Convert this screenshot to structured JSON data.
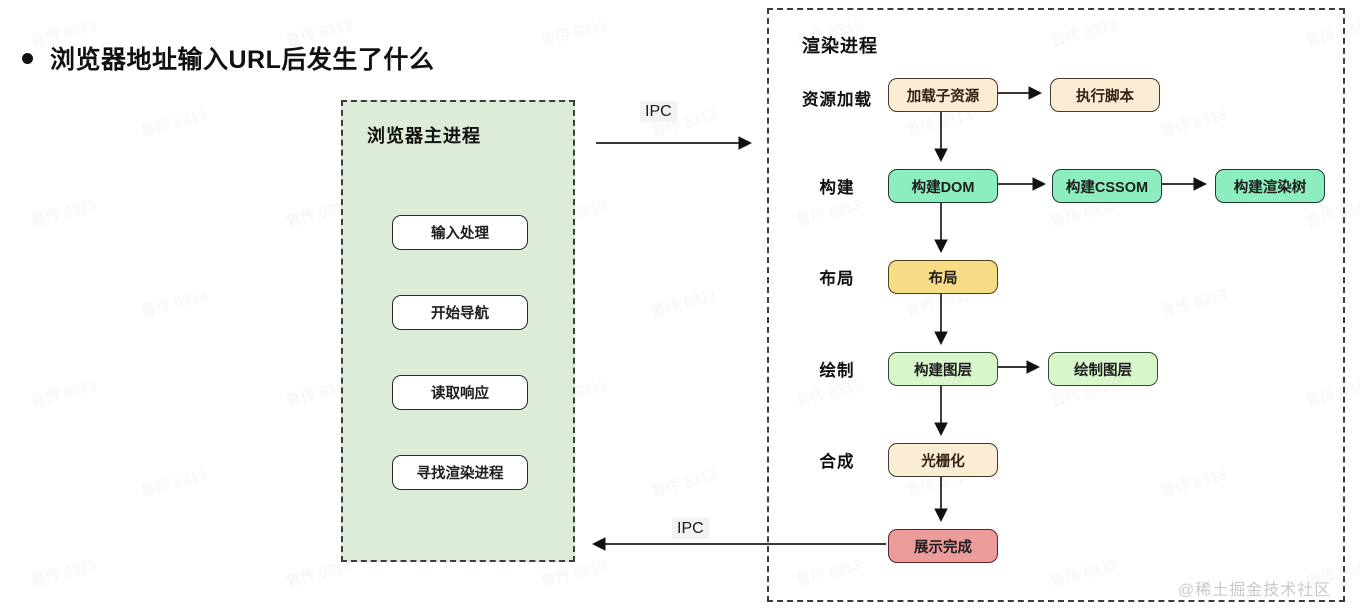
{
  "title": {
    "text": "浏览器地址输入URL后发生了什么"
  },
  "ipc": {
    "top_label": "IPC",
    "bottom_label": "IPC"
  },
  "browser_process": {
    "title": "浏览器主进程",
    "steps": [
      {
        "label": "输入处理"
      },
      {
        "label": "开始导航"
      },
      {
        "label": "读取响应"
      },
      {
        "label": "寻找渲染进程"
      }
    ]
  },
  "render_process": {
    "title": "渲染进程",
    "rows": [
      {
        "label": "资源加载",
        "boxes": [
          {
            "label": "加载子资源",
            "color": "cream"
          },
          {
            "label": "执行脚本",
            "color": "cream"
          }
        ]
      },
      {
        "label": "构建",
        "boxes": [
          {
            "label": "构建DOM",
            "color": "mint"
          },
          {
            "label": "构建CSSOM",
            "color": "mint"
          },
          {
            "label": "构建渲染树",
            "color": "mint"
          }
        ]
      },
      {
        "label": "布局",
        "boxes": [
          {
            "label": "布局",
            "color": "yellow"
          }
        ]
      },
      {
        "label": "绘制",
        "boxes": [
          {
            "label": "构建图层",
            "color": "pale"
          },
          {
            "label": "绘制图层",
            "color": "pale"
          }
        ]
      },
      {
        "label": "合成",
        "boxes": [
          {
            "label": "光栅化",
            "color": "cream"
          }
        ]
      }
    ],
    "final_box": {
      "label": "展示完成",
      "color": "pink"
    }
  },
  "watermark": {
    "tile": "鲁传 6313",
    "credit": "@稀土掘金技术社区"
  },
  "colors": {
    "browser_panel_bg": "#dcecd7",
    "cream": "#fbecd4",
    "mint": "#8ceebf",
    "yellow": "#f7dc85",
    "pale_green": "#d8f6cb",
    "pink": "#ec9b9b",
    "dashed_border": "#3c3c3c"
  }
}
